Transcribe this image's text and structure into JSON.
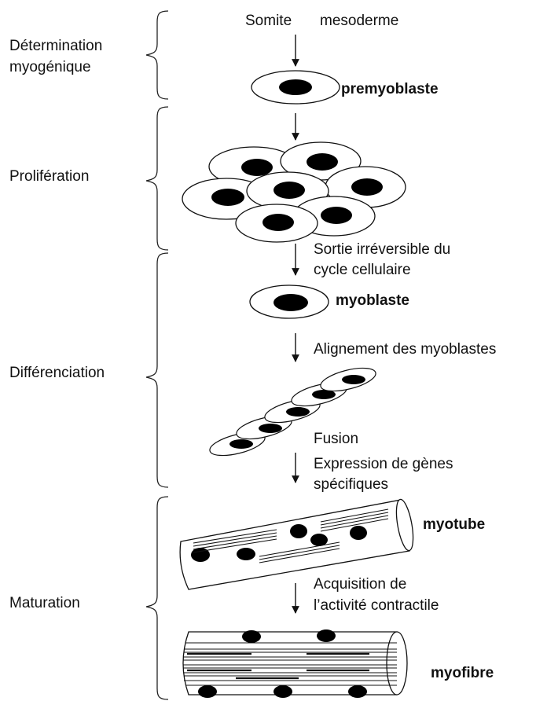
{
  "stages": [
    {
      "id": "determination",
      "lines": [
        "Détermination",
        "myogénique"
      ]
    },
    {
      "id": "proliferation",
      "lines": [
        "Prolifération"
      ]
    },
    {
      "id": "differenciation",
      "lines": [
        "Différenciation"
      ]
    },
    {
      "id": "maturation",
      "lines": [
        "Maturation"
      ]
    }
  ],
  "labels": {
    "somite": "Somite",
    "mesoderme": "mesoderme",
    "premyoblaste": "premyoblaste",
    "sortie_1": "Sortie irréversible du",
    "sortie_2": "cycle cellulaire",
    "myoblaste": "myoblaste",
    "alignement": "Alignement des myoblastes",
    "fusion": "Fusion",
    "expression_1": "Expression de gènes",
    "expression_2": "spécifiques",
    "myotube": "myotube",
    "acquisition_1": "Acquisition de",
    "acquisition_2": "l’activité contractile",
    "myofibre": "myofibre"
  }
}
